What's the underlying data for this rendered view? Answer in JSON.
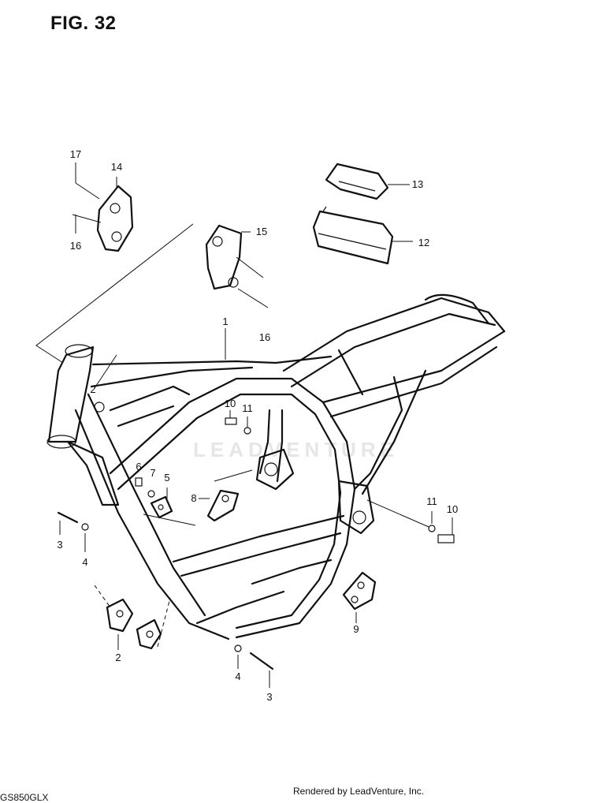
{
  "figure": {
    "title": "FIG. 32"
  },
  "watermark": "LEADVENTURE",
  "footer": {
    "credit": "Rendered by LeadVenture, Inc.",
    "model_code": "GS850GLX"
  },
  "callouts": [
    "1",
    "2",
    "2",
    "3",
    "3",
    "4",
    "4",
    "5",
    "6",
    "7",
    "8",
    "9",
    "10",
    "10",
    "11",
    "11",
    "12",
    "13",
    "14",
    "15",
    "16",
    "16",
    "17"
  ]
}
